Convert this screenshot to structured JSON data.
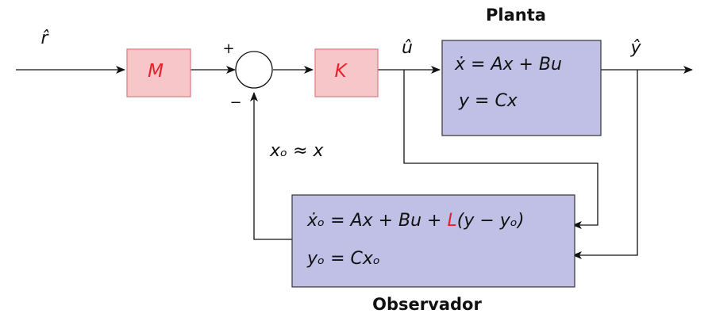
{
  "labels": {
    "r_hat": "r̂",
    "u_hat": "û",
    "y_hat": "ŷ",
    "plus": "+",
    "minus": "−",
    "xo_approx": "xₒ ≈ x",
    "plant_title": "Planta",
    "observer_title": "Observador"
  },
  "blocks": {
    "M": "M",
    "K": "K"
  },
  "plant": {
    "eq1": "ẋ = Ax + Bu",
    "eq2": "y = Cx"
  },
  "observer": {
    "eq1_a": "ẋₒ = Ax + Bu + ",
    "eq1_L": "L",
    "eq1_b": "(y − yₒ)",
    "eq2": "yₒ = Cxₒ"
  },
  "colors": {
    "gain_fill": "#f7c6c9",
    "gain_stroke": "#e07b82",
    "gain_text": "#e8202a",
    "system_fill": "#c0c0e6",
    "system_stroke": "#333333",
    "L_color": "#e8202a"
  }
}
